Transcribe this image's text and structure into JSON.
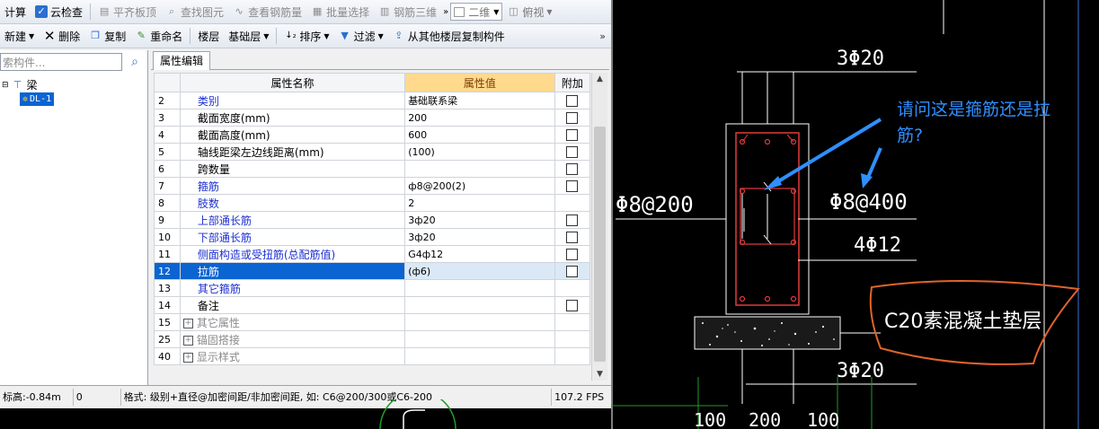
{
  "toolbar1": {
    "items": [
      {
        "label": "计算",
        "icon": "calc-icon",
        "disabled": false
      },
      {
        "label": "云检查",
        "icon": "cloud-check-icon",
        "disabled": false
      },
      {
        "label": "平齐板顶",
        "icon": "align-icon",
        "disabled": true
      },
      {
        "label": "查找图元",
        "icon": "find-icon",
        "disabled": true
      },
      {
        "label": "查看钢筋量",
        "icon": "rebar-view-icon",
        "disabled": true
      },
      {
        "label": "批量选择",
        "icon": "batch-select-icon",
        "disabled": true
      },
      {
        "label": "钢筋三维",
        "icon": "rebar-3d-icon",
        "disabled": true
      }
    ],
    "view_mode": "二维",
    "view_angle": "俯视"
  },
  "toolbar2": {
    "new_label": "新建",
    "delete_label": "删除",
    "copy_label": "复制",
    "rename_label": "重命名",
    "floor_label": "楼层",
    "floor_value": "基础层",
    "sort_label": "排序",
    "filter_label": "过滤",
    "copy_from_floor_label": "从其他楼层复制构件"
  },
  "left": {
    "search_placeholder": "索构件...",
    "tree_root": "梁",
    "tree_child": "DL-1"
  },
  "panel": {
    "tab": "属性编辑",
    "headers": {
      "name": "属性名称",
      "value": "属性值",
      "extra": "附加"
    },
    "rows": [
      {
        "no": "2",
        "name": "类别",
        "value": "基础联系梁",
        "blue": true,
        "checkbox": true
      },
      {
        "no": "3",
        "name": "截面宽度(mm)",
        "value": "200",
        "blue": false,
        "checkbox": true
      },
      {
        "no": "4",
        "name": "截面高度(mm)",
        "value": "600",
        "blue": false,
        "checkbox": true
      },
      {
        "no": "5",
        "name": "轴线距梁左边线距离(mm)",
        "value": "(100)",
        "blue": false,
        "checkbox": true
      },
      {
        "no": "6",
        "name": "跨数量",
        "value": "",
        "blue": false,
        "checkbox": true
      },
      {
        "no": "7",
        "name": "箍筋",
        "value": "ф8@200(2)",
        "blue": true,
        "checkbox": true
      },
      {
        "no": "8",
        "name": "肢数",
        "value": "2",
        "blue": true,
        "checkbox": false
      },
      {
        "no": "9",
        "name": "上部通长筋",
        "value": "3ф20",
        "blue": true,
        "checkbox": true
      },
      {
        "no": "10",
        "name": "下部通长筋",
        "value": "3ф20",
        "blue": true,
        "checkbox": true
      },
      {
        "no": "11",
        "name": "侧面构造或受扭筋(总配筋值)",
        "value": "G4ф12",
        "blue": true,
        "checkbox": true
      },
      {
        "no": "12",
        "name": "拉筋",
        "value": "(ф6)",
        "blue": true,
        "checkbox": true,
        "selected": true
      },
      {
        "no": "13",
        "name": "其它箍筋",
        "value": "",
        "blue": true,
        "checkbox": false
      },
      {
        "no": "14",
        "name": "备注",
        "value": "",
        "blue": false,
        "checkbox": true
      },
      {
        "no": "15",
        "name": "其它属性",
        "value": "",
        "blue": false,
        "checkbox": false,
        "group": true
      },
      {
        "no": "25",
        "name": "锚固搭接",
        "value": "",
        "blue": false,
        "checkbox": false,
        "group": true
      },
      {
        "no": "40",
        "name": "显示样式",
        "value": "",
        "blue": false,
        "checkbox": false,
        "group": true
      }
    ]
  },
  "status": {
    "elevation": "标高:-0.84m",
    "count": "0",
    "hint": "格式: 级别+直径@加密间距/非加密间距, 如: C6@200/300或C6-200",
    "fps": "107.2 FPS"
  },
  "cad": {
    "top_bars": "3Φ20",
    "bottom_bars": "3Φ20",
    "stirrup": "Φ8@200",
    "tie": "Φ8@400",
    "side_bars": "4Φ12",
    "cushion": "C20素混凝土垫层",
    "question": [
      "请问这是箍筋还是拉",
      "筋?"
    ],
    "dims": [
      "100",
      "200",
      "100"
    ]
  },
  "colors": {
    "rebar": "#e23a3a",
    "outline": "#ffffff",
    "question": "#2f8fff",
    "highlight": "#e0642a",
    "grid_line": "#1f9c2a",
    "selected": "#0a64d2"
  }
}
